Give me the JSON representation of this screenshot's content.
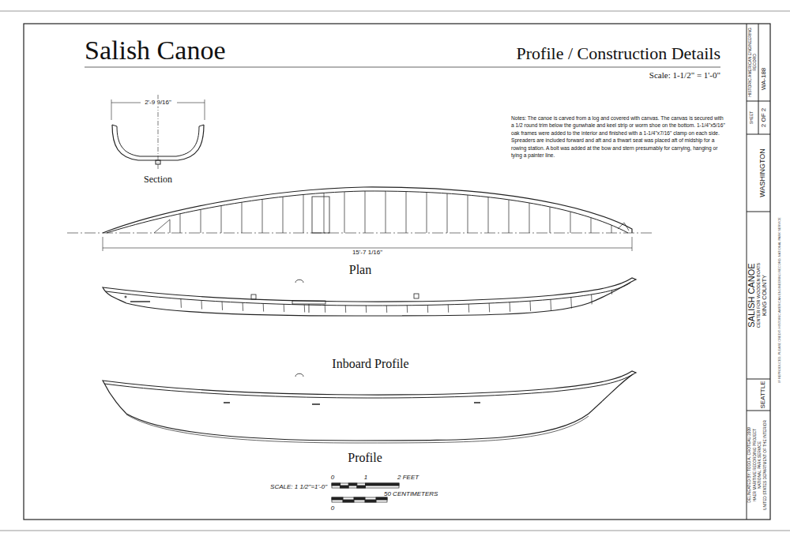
{
  "diagram": {
    "title": "Salish Canoe",
    "labels": [
      "Profile / Construction Details",
      "Scale: 1-1/2\" = 1'-0\"",
      "2'-9 9/16\"",
      "Section",
      "Notes: The canoe is carved from a log and covered with canvas. The canvas is secured with a 1/2 round trim below the gunwhale and keel strip or worm shoe on the bottom. 1-1/4\"x5/16\" oak frames were added to the interior and finished with a 1-1/4\"x7/16\" clamp on each side. Spreaders are included forward and aft and a thwart seat was placed aft of midship for a rowing station. A bolt was added at the bow and stern presumably for carrying, hanging or tying a painter line.",
      "15'-7 1/16\"",
      "Plan",
      "Inboard Profile",
      "Profile",
      "SCALE: 1 1/2\"=1'-0\"",
      "0",
      "1",
      "2 FEET",
      "0",
      "50 CENTIMETERS",
      "HISTORIC AMERICAN ENGINEERING RECORD",
      "WA-188",
      "SHEET",
      "2 OF 2",
      "WASHINGTON",
      "SALISH CANOE",
      "CENTER FOR WOODEN BOATS",
      "KING COUNTY",
      "SEATTLE",
      "DELINEATED BY: TODD A. CROTEAU 2009",
      "HAER MARITIME RECORDING PROJECT",
      "NATIONAL PARK SERVICE",
      "UNITED STATES DEPARTMENT OF THE INTERIOR",
      "IF REPRODUCED, PLEASE CREDIT: HISTORIC AMERICAN ENGINEERING RECORD, NATIONAL PARK SERVICE"
    ]
  }
}
